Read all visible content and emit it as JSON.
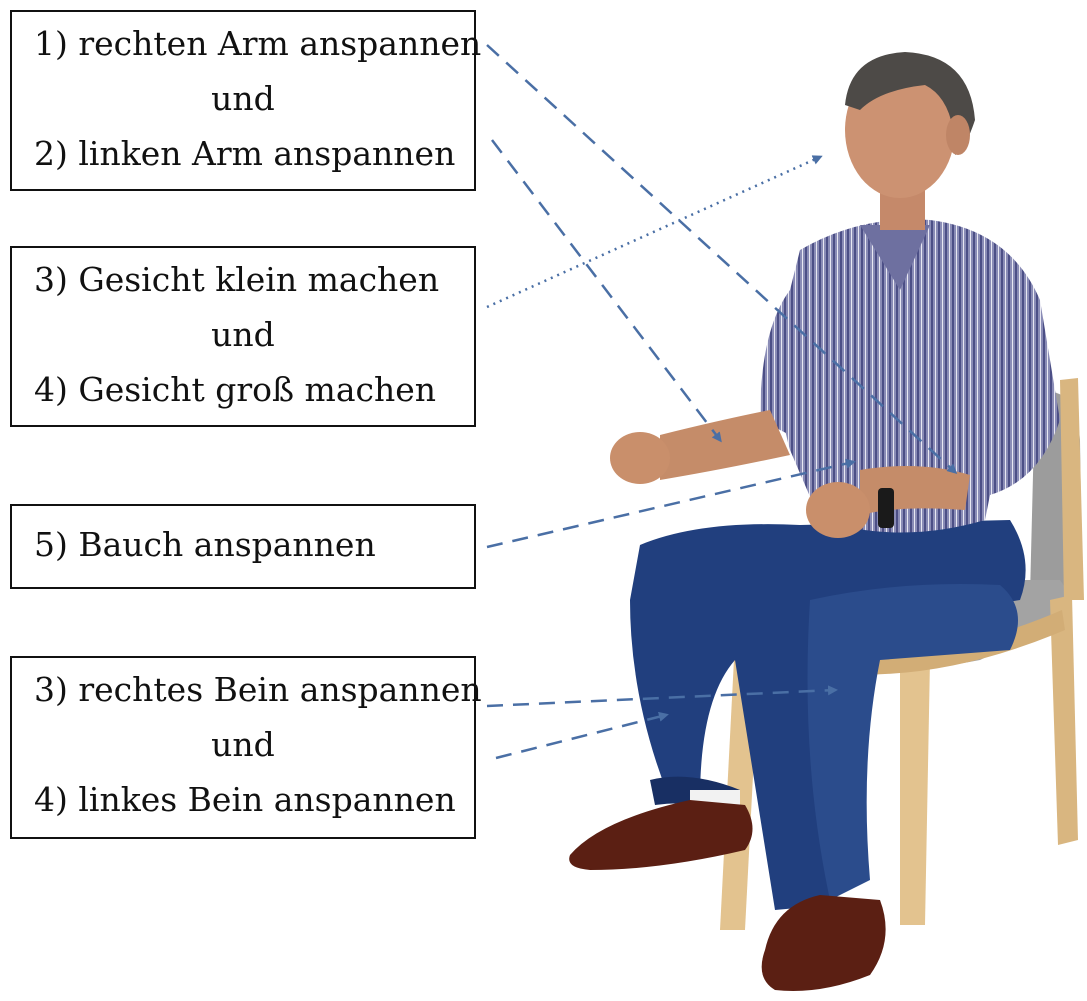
{
  "labels": {
    "arms": {
      "right_arm": "1) rechten Arm anspannen",
      "connector": "und",
      "left_arm": "2) linken Arm anspannen"
    },
    "face": {
      "small": "3) Gesicht klein machen",
      "connector": "und",
      "big": "4) Gesicht groß machen"
    },
    "belly": {
      "text": "5) Bauch anspannen"
    },
    "legs": {
      "right_leg": "3) rechtes Bein anspannen",
      "connector": "und",
      "left_leg": "4) linkes Bein anspannen"
    }
  },
  "colors": {
    "arrow": "#4a6fa5",
    "box_border": "#111111",
    "shirt": "#7b7fa8",
    "jeans": "#1f3d7a",
    "chair_wood": "#e0c08c",
    "chair_seat": "#9a9a9a",
    "skin": "#c98f6b",
    "shoes": "#5a1f12"
  }
}
